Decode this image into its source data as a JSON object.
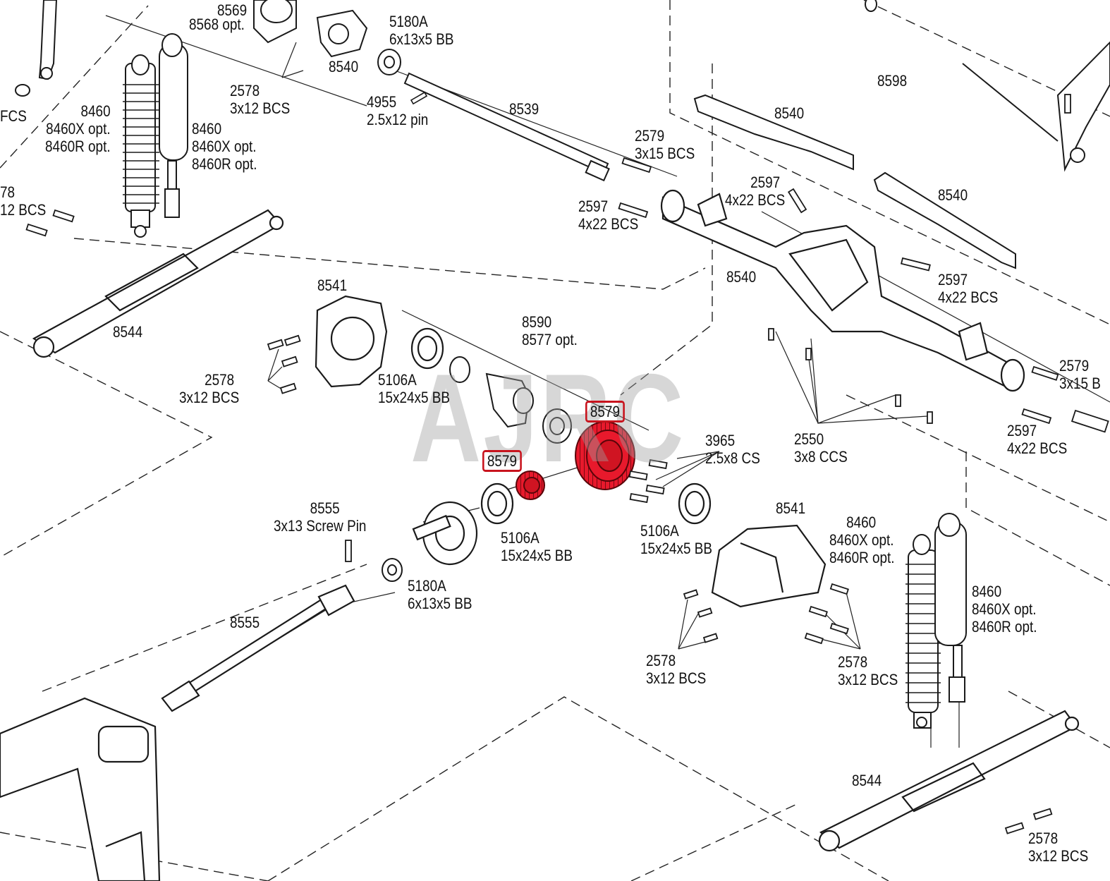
{
  "watermark": "AJRC",
  "colors": {
    "highlight": "#c8141e",
    "line": "#1a1a1a",
    "part_fill": "#ffffff",
    "gear_fill": "#e8192c"
  },
  "labels": {
    "p8569": "8569",
    "p8568opt": "8568 opt.",
    "p5180a_top_num": "5180A",
    "p5180a_top_spec": "6x13x5 BB",
    "fcs": "FCS",
    "p8540_top": "8540",
    "p2578_tl_num": "2578",
    "p2578_tl_spec": "3x12 BCS",
    "p4955_num": "4955",
    "p4955_spec": "2.5x12 pin",
    "p8539": "8539",
    "p8598": "8598",
    "p8460_l_a": "8460",
    "p8460_l_b": "8460X opt.",
    "p8460_l_c": "8460R opt.",
    "p8460_m_a": "8460",
    "p8460_m_b": "8460X opt.",
    "p8460_m_c": "8460R opt.",
    "p78": "78",
    "p12bcs": "12 BCS",
    "p8540_r1": "8540",
    "p2579_a_num": "2579",
    "p2579_a_spec": "3x15 BCS",
    "p2597_a_num": "2597",
    "p2597_a_spec": "4x22 BCS",
    "p2597_b_num": "2597",
    "p2597_b_spec": "4x22 BCS",
    "p8540_r2": "8540",
    "p8540_mid": "8540",
    "p2597_c_num": "2597",
    "p2597_c_spec": "4x22 BCS",
    "p8541_a": "8541",
    "p8544_a": "8544",
    "p8590": "8590",
    "p8577opt": "8577 opt.",
    "p2579_b_num": "2579",
    "p2579_b_spec": "3x15 B",
    "p2578_ml_num": "2578",
    "p2578_ml_spec": "3x12 BCS",
    "p5106a_a_num": "5106A",
    "p5106a_a_spec": "15x24x5 BB",
    "p8579_ring": "8579",
    "p3965_num": "3965",
    "p3965_spec": "2.5x8 CS",
    "p2550_num": "2550",
    "p2550_spec": "3x8 CCS",
    "p2597_d_num": "2597",
    "p2597_d_spec": "4x22 BCS",
    "p8579_pinion": "8579",
    "p8555_pin_num": "8555",
    "p8555_pin_spec": "3x13 Screw Pin",
    "p5106a_b_num": "5106A",
    "p5106a_b_spec": "15x24x5 BB",
    "p5106a_c_num": "5106A",
    "p5106a_c_spec": "15x24x5 BB",
    "p8541_b": "8541",
    "p8460_r1_a": "8460",
    "p8460_r1_b": "8460X opt.",
    "p8460_r1_c": "8460R opt.",
    "p5180a_b_num": "5180A",
    "p5180a_b_spec": "6x13x5 BB",
    "p8460_r2_a": "8460",
    "p8460_r2_b": "8460X opt.",
    "p8460_r2_c": "8460R opt.",
    "p8555_shaft": "8555",
    "p2578_bm_num": "2578",
    "p2578_bm_spec": "3x12 BCS",
    "p2578_br_num": "2578",
    "p2578_br_spec": "3x12 BCS",
    "p8544_b": "8544",
    "p2578_bb_num": "2578",
    "p2578_bb_spec": "3x12 BCS"
  }
}
